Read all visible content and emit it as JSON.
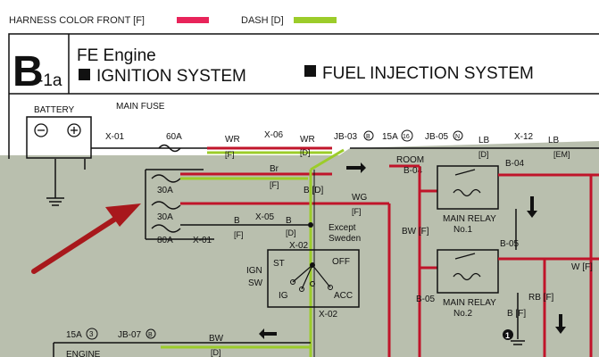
{
  "legend": {
    "front_label": "HARNESS COLOR  FRONT [F]",
    "dash_label": "DASH [D]",
    "front_color": "#e8245a",
    "dash_color": "#9ccc2a"
  },
  "header": {
    "code_main": "B",
    "code_sub": "-1a",
    "engine": "FE Engine",
    "system1": "IGNITION SYSTEM",
    "system2": "FUEL INJECTION SYSTEM"
  },
  "colors": {
    "paper": "#ffffff",
    "diagram_bg": "#b9bfae",
    "wire_red": "#c0142a",
    "wire_green": "#9ccc2a",
    "wire_black": "#111111",
    "arrow_red": "#a8181c"
  },
  "labels": {
    "battery": "BATTERY",
    "main_fuse": "MAIN FUSE",
    "x01_top": "X-01",
    "fuse_60a": "60A",
    "wr1": "WR",
    "wr1_f": "[F]",
    "x06": "X-06",
    "wr2": "WR",
    "wr2_d": "[D]",
    "jb03": "JB-03",
    "jb03_circ": "B",
    "fuse_15a": "15A",
    "fuse_15a_circ": "16",
    "jb05": "JB-05",
    "jb05_circ": "N",
    "lb1": "LB",
    "lb1_d": "[D]",
    "x12": "X-12",
    "lb2": "LB",
    "em": "[EM]",
    "room": "ROOM",
    "b04_left": "B-04",
    "b04_right": "B-04",
    "fuse_30a_1": "30A",
    "fuse_30a_2": "30A",
    "fuse_80a": "80A",
    "x01_bottom": "X-01",
    "br": "Br",
    "br_f": "[F]",
    "bd": "B [D]",
    "wg": "WG",
    "wg_f": "[F]",
    "b_x05": "B",
    "x05": "X-05",
    "b_f1": "[F]",
    "b_d2": "B",
    "b_d2_d": "[D]",
    "except": "Except",
    "sweden": "Sweden",
    "x02_top": "X-02",
    "x02_bottom": "X-02",
    "ign": "IGN",
    "sw": "SW",
    "st": "ST",
    "off": "OFF",
    "ig": "IG",
    "acc": "ACC",
    "main_relay_1a": "MAIN RELAY",
    "main_relay_1b": "No.1",
    "main_relay_2a": "MAIN RELAY",
    "main_relay_2b": "No.2",
    "bw_f": "BW [F]",
    "b05_right": "B-05",
    "b05_left": "B-05",
    "rb_f": "RB [F]",
    "b_f2": "B [F]",
    "w_right": "W [F]",
    "ground_num": "1",
    "fuse_15a_bottom": "15A",
    "fuse_15a_bottom_circ": "3",
    "jb07": "JB-07",
    "jb07_circ": "B",
    "bw": "BW",
    "bw_d": "[D]",
    "engine": "ENGINE"
  }
}
